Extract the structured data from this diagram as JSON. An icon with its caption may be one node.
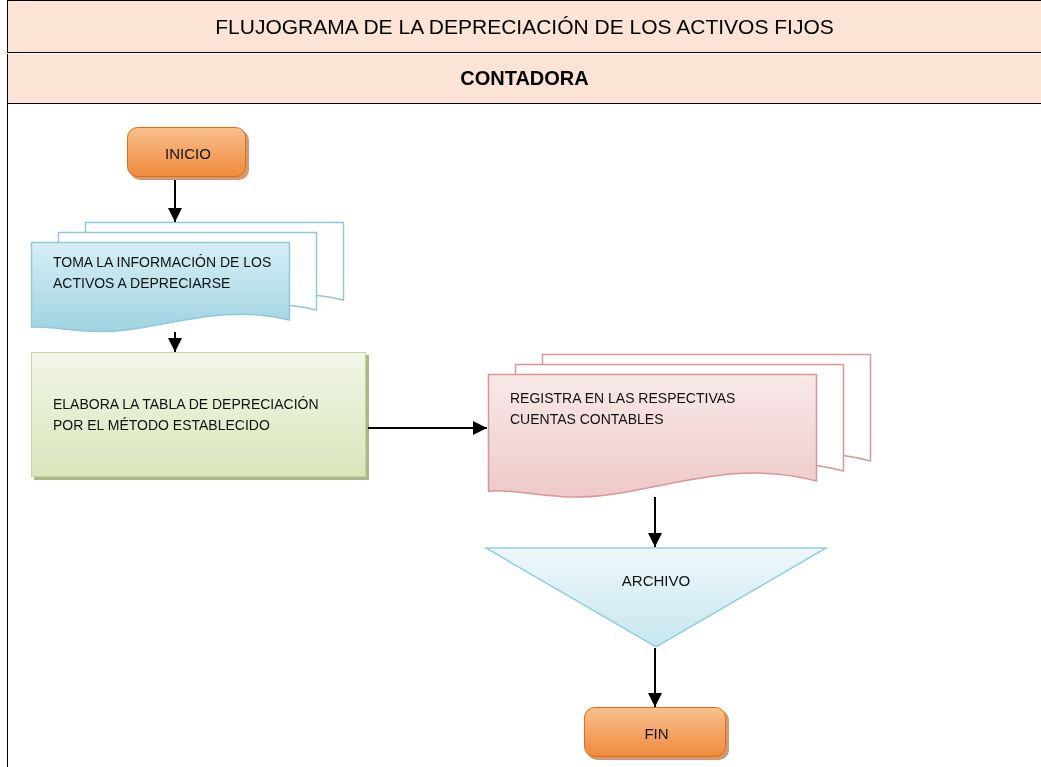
{
  "diagram": {
    "title": "FLUJOGRAMA DE LA DEPRECIACIÓN DE LOS ACTIVOS FIJOS",
    "nodes": [
      {
        "text": [
          "CONTADORA"
        ]
      },
      {
        "text": [
          "INICIO"
        ],
        "in": 0
      },
      {
        "text": [
          "TOMA LA INFORMACIÓN  DE LOS ACTIVOS A DEPRECIARSE"
        ],
        "in": 0
      },
      {
        "text": [
          "ELABORA LA TABLA DE DEPRECIACIÓN POR EL MÉTODO ESTABLECIDO"
        ],
        "in": 0
      },
      {
        "text": [
          "REGISTRA EN LAS RESPECTIVAS CUENTAS CONTABLES"
        ],
        "in": 0
      },
      {
        "text": [
          "ARCHIVO"
        ],
        "in": 0
      },
      {
        "text": [
          "FIN"
        ],
        "in": 0
      }
    ],
    "edges": [
      {
        "from": 1,
        "to": 2,
        "arrow": "to"
      },
      {
        "from": 2,
        "to": 3,
        "arrow": "to"
      },
      {
        "from": 3,
        "to": 4,
        "arrow": "to"
      },
      {
        "from": 4,
        "to": 5,
        "arrow": "to"
      },
      {
        "from": 5,
        "to": 6,
        "arrow": "to"
      }
    ]
  }
}
